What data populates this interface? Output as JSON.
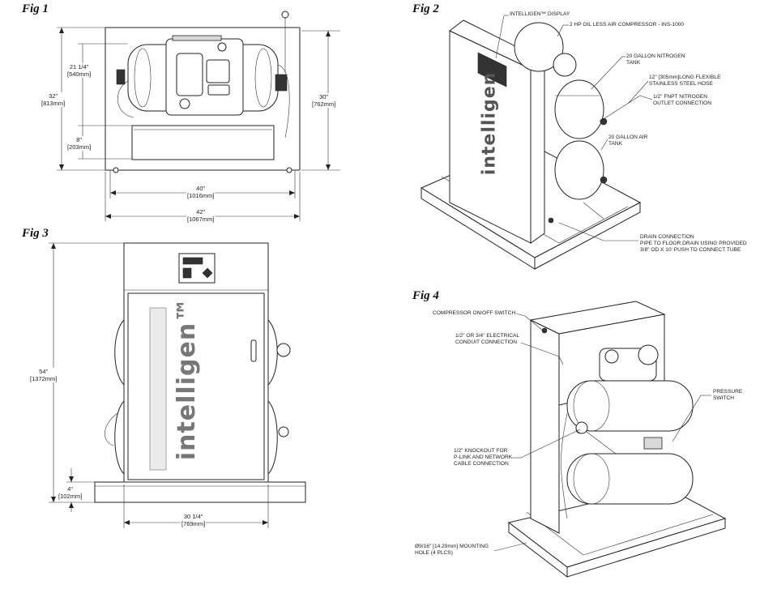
{
  "figures": {
    "fig1": {
      "label": "Fig 1",
      "dims": {
        "overall_height": "32\"\n[813mm]",
        "tank_height": "21 1/4\"\n[540mm]",
        "base_height": "8\"\n[203mm]",
        "right_height": "30\"\n[762mm]",
        "inner_width": "40\"\n[1016mm]",
        "outer_width": "42\"\n[1067mm]"
      }
    },
    "fig2": {
      "label": "Fig 2",
      "brand": "intelligen",
      "callouts": {
        "display": "INTELLIGEN™ DISPLAY",
        "compressor": "2 HP OIL LESS AIR COMPRESSOR - INS-1000",
        "n2_tank": "20 GALLON NITROGEN\nTANK",
        "hose": "12\" [305mm]LONG FLEXIBLE\nSTAINLESS STEEL HOSE",
        "outlet": "1/2\" FNPT NITROGEN\nOUTLET CONNECTION",
        "air_tank": "20 GALLON AIR\nTANK",
        "drain": "DRAIN CONNECTION\nPIPE TO FLOOR DRAIN USING PROVIDED\n3/8\" OD X 10' PUSH TO CONNECT TUBE"
      }
    },
    "fig3": {
      "label": "Fig 3",
      "brand": "intelligen™",
      "dims": {
        "height": "54\"\n[1372mm]",
        "base": "4\"\n[102mm]",
        "width": "30 1/4\"\n[769mm]"
      }
    },
    "fig4": {
      "label": "Fig 4",
      "callouts": {
        "switch": "COMPRESSOR ON/OFF SWITCH",
        "conduit": "1/2\" OR 3/4\" ELECTRICAL\nCONDUIT CONNECTION",
        "pressure": "PRESSURE\nSWITCH",
        "knockout": "1/2\" KNOCKOUT FOR\nP-LINK AND NETWORK\nCABLE CONNECTION",
        "mounting": "Ø9/16\" [14.29mm] MOUNTING\nHOLE (4 PLCS)"
      }
    }
  }
}
